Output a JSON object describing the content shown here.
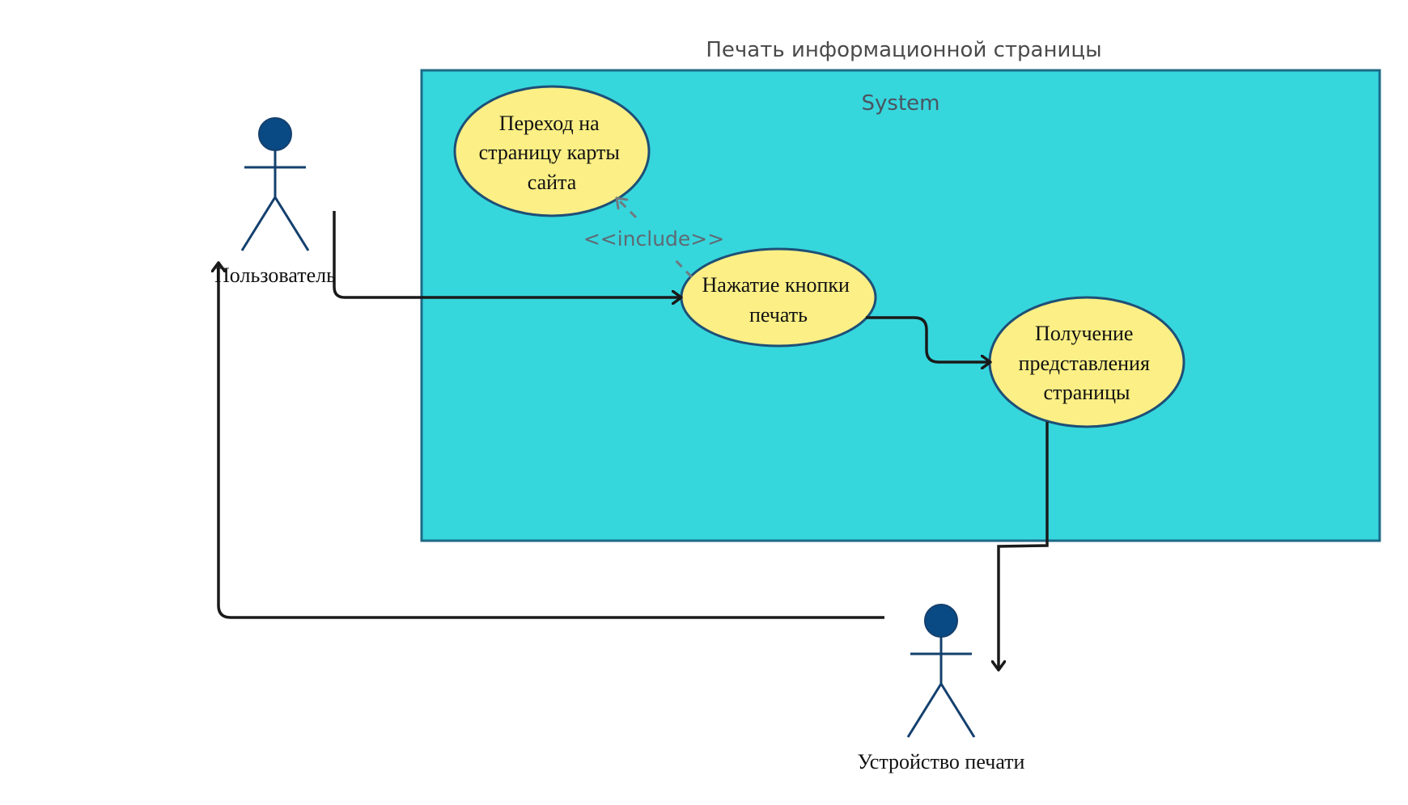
{
  "diagram": {
    "title": "Печать информационной страницы",
    "system": {
      "label": "System"
    },
    "include_label": "<<include>>",
    "actors": {
      "user": {
        "label": "Пользователь"
      },
      "printer": {
        "label": "Устройство печати"
      }
    },
    "use_cases": {
      "sitemap": {
        "lines": [
          "Переход на",
          "страницу карты",
          "сайта"
        ]
      },
      "press_print": {
        "lines": [
          "Нажатие кнопки",
          "печать"
        ]
      },
      "get_view": {
        "lines": [
          "Получение",
          "представления",
          "страницы"
        ]
      }
    },
    "colors": {
      "system_fill": "#36d6dd",
      "system_border": "#1d6a86",
      "use_case_fill": "#fbef85",
      "use_case_border": "#1e4f76",
      "actor_head": "#0a4a84",
      "actor_line": "#14406e",
      "connector": "#1a1a1a",
      "include_arrow": "#6f7a80"
    }
  }
}
